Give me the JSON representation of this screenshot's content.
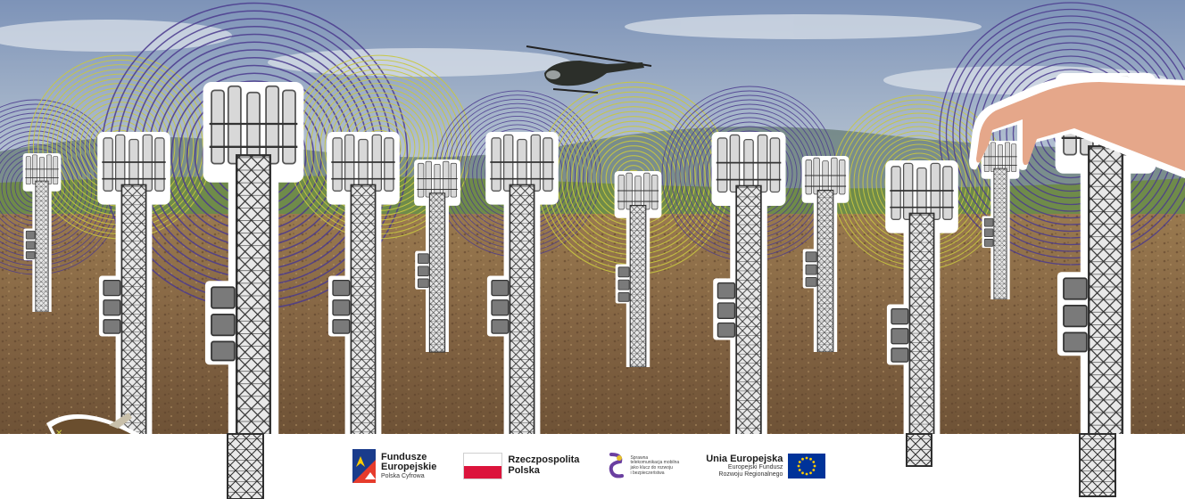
{
  "logos": {
    "fundusze": {
      "line1": "Fundusze",
      "line2": "Europejskie",
      "line3": "Polska Cyfrowa"
    },
    "rzeczpospolita": {
      "line1": "Rzeczpospolita",
      "line2": "Polska"
    },
    "telecom": {
      "line1": "Sprawna",
      "line2": "telekomunikacja mobilna",
      "line3": "jako klucz do rozwoju",
      "line4": "i bezpieczeństwa"
    },
    "unia": {
      "line1": "Unia Europejska",
      "line2": "Europejski Fundusz",
      "line3": "Rozwoju Regionalnego"
    }
  },
  "colors": {
    "sky_top": "#7d93b8",
    "sky_bottom": "#c9d3de",
    "field": "#8a6a45",
    "ring_purple": "#4b3a8e",
    "ring_yellow": "#c9c840",
    "tower": "#3a3a3a",
    "outline": "#ffffff",
    "pl_red": "#dc143c",
    "eu_blue": "#003399",
    "eu_star": "#ffcc00"
  },
  "icons": [
    "fundusze-logo-icon",
    "poland-flag-icon",
    "telecom-logo-icon",
    "eu-flag-icon"
  ]
}
